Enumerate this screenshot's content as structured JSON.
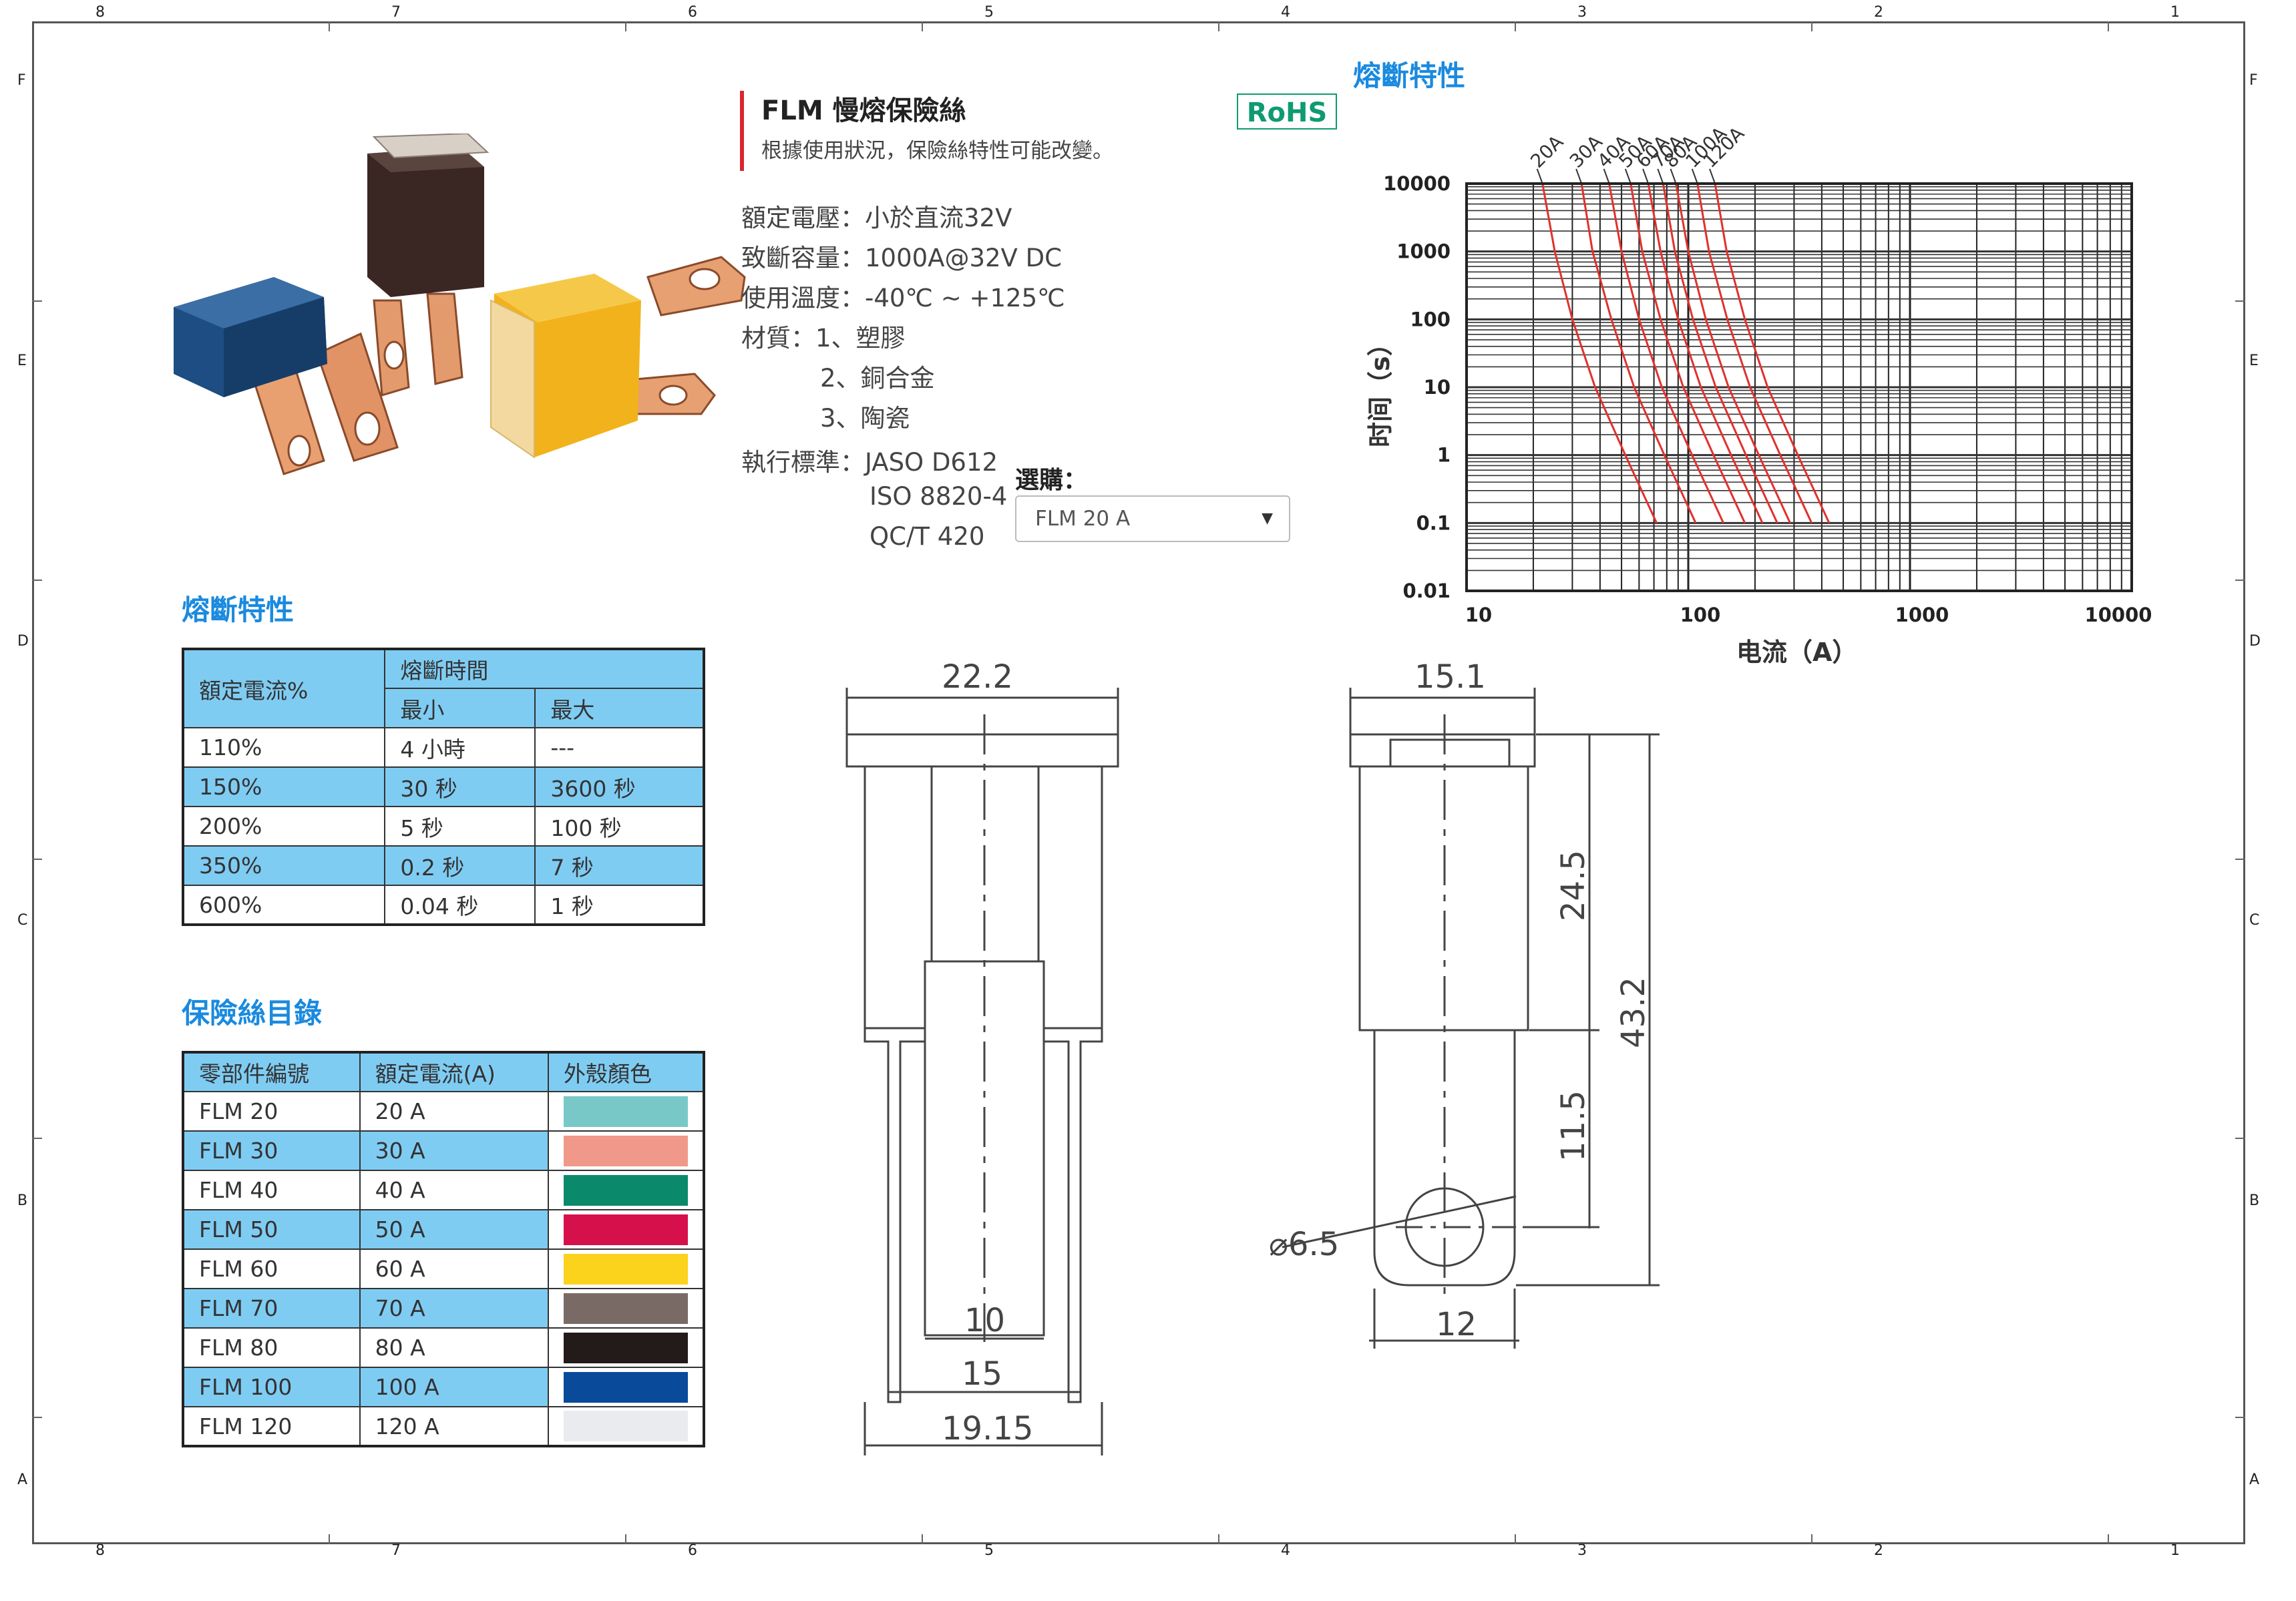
{
  "frame": {
    "columns_top": [
      "8",
      "7",
      "6",
      "5",
      "4",
      "3",
      "2",
      "1"
    ],
    "columns_bottom": [
      "8",
      "7",
      "6",
      "5",
      "4",
      "3",
      "2",
      "1"
    ],
    "rows": [
      "F",
      "E",
      "D",
      "C",
      "B",
      "A"
    ]
  },
  "product": {
    "title": "FLM 慢熔保險絲",
    "subtitle": "根據使用狀況，保險絲特性可能改變。",
    "rohs": "RoHS",
    "specs": [
      "額定電壓：小於直流32V",
      "致斷容量：1000A@32V DC",
      "使用溫度：-40℃ ~ +125℃",
      "材質：1、塑膠",
      "2、銅合金",
      "3、陶瓷",
      "執行標準：JASO D612",
      "ISO 8820-4",
      "QC/T 420"
    ],
    "select_label": "選購：",
    "select_value": "FLM 20 A"
  },
  "fuse_section": {
    "title": "熔斷特性",
    "header_rated": "額定電流%",
    "header_time": "熔斷時間",
    "header_min": "最小",
    "header_max": "最大",
    "rows": [
      {
        "rated": "110%",
        "min": "4 小時",
        "max": "---"
      },
      {
        "rated": "150%",
        "min": "30 秒",
        "max": "3600 秒"
      },
      {
        "rated": "200%",
        "min": "5 秒",
        "max": "100 秒"
      },
      {
        "rated": "350%",
        "min": "0.2 秒",
        "max": "7 秒"
      },
      {
        "rated": "600%",
        "min": "0.04 秒",
        "max": "1 秒"
      }
    ]
  },
  "catalog": {
    "title": "保險絲目錄",
    "headers": [
      "零部件編號",
      "額定電流(A)",
      "外殼顏色"
    ],
    "rows": [
      {
        "part": "FLM 20",
        "current": "20 A",
        "color": "#79c8c8"
      },
      {
        "part": "FLM 30",
        "current": "30 A",
        "color": "#f0998a"
      },
      {
        "part": "FLM 40",
        "current": "40 A",
        "color": "#0b8a6b"
      },
      {
        "part": "FLM 50",
        "current": "50 A",
        "color": "#d6104b"
      },
      {
        "part": "FLM 60",
        "current": "60 A",
        "color": "#fbd21c"
      },
      {
        "part": "FLM 70",
        "current": "70 A",
        "color": "#7a6a65"
      },
      {
        "part": "FLM 80",
        "current": "80 A",
        "color": "#231b1a"
      },
      {
        "part": "FLM 100",
        "current": "100 A",
        "color": "#0a4a9a"
      },
      {
        "part": "FLM 120",
        "current": "120 A",
        "color": "#e9ebef"
      }
    ]
  },
  "chart_data": {
    "type": "line",
    "title": "熔斷特性",
    "xlabel": "电流（A）",
    "ylabel": "时间（s）",
    "xscale": "log",
    "yscale": "log",
    "xlim": [
      10,
      10000
    ],
    "ylim": [
      0.01,
      10000
    ],
    "x_ticks": [
      "10",
      "100",
      "1000",
      "10000"
    ],
    "y_ticks": [
      "10000",
      "1000",
      "100",
      "10",
      "1",
      "0.1",
      "0.01"
    ],
    "grid": true,
    "line_color": "#e0312e",
    "series": [
      {
        "name": "20A",
        "points": [
          [
            22,
            10000
          ],
          [
            25,
            1000
          ],
          [
            30,
            100
          ],
          [
            38,
            10
          ],
          [
            52,
            1
          ],
          [
            72,
            0.1
          ]
        ]
      },
      {
        "name": "30A",
        "points": [
          [
            33,
            10000
          ],
          [
            37,
            1000
          ],
          [
            45,
            100
          ],
          [
            57,
            10
          ],
          [
            78,
            1
          ],
          [
            108,
            0.1
          ]
        ]
      },
      {
        "name": "40A",
        "points": [
          [
            44,
            10000
          ],
          [
            50,
            1000
          ],
          [
            60,
            100
          ],
          [
            76,
            10
          ],
          [
            104,
            1
          ],
          [
            144,
            0.1
          ]
        ]
      },
      {
        "name": "50A",
        "points": [
          [
            55,
            10000
          ],
          [
            62,
            1000
          ],
          [
            75,
            100
          ],
          [
            95,
            10
          ],
          [
            130,
            1
          ],
          [
            180,
            0.1
          ]
        ]
      },
      {
        "name": "60A",
        "points": [
          [
            66,
            10000
          ],
          [
            75,
            1000
          ],
          [
            90,
            100
          ],
          [
            114,
            10
          ],
          [
            156,
            1
          ],
          [
            216,
            0.1
          ]
        ]
      },
      {
        "name": "70A",
        "points": [
          [
            77,
            10000
          ],
          [
            87,
            1000
          ],
          [
            105,
            100
          ],
          [
            133,
            10
          ],
          [
            182,
            1
          ],
          [
            252,
            0.1
          ]
        ]
      },
      {
        "name": "80A",
        "points": [
          [
            88,
            10000
          ],
          [
            100,
            1000
          ],
          [
            120,
            100
          ],
          [
            152,
            10
          ],
          [
            208,
            1
          ],
          [
            288,
            0.1
          ]
        ]
      },
      {
        "name": "100A",
        "points": [
          [
            110,
            10000
          ],
          [
            124,
            1000
          ],
          [
            150,
            100
          ],
          [
            190,
            10
          ],
          [
            260,
            1
          ],
          [
            360,
            0.1
          ]
        ]
      },
      {
        "name": "120A",
        "points": [
          [
            132,
            10000
          ],
          [
            149,
            1000
          ],
          [
            180,
            100
          ],
          [
            228,
            10
          ],
          [
            312,
            1
          ],
          [
            432,
            0.1
          ]
        ]
      }
    ]
  },
  "drawing": {
    "front_width": "22.2",
    "side_width": "15.1",
    "blade_inner": "10",
    "blade_mid": "15",
    "blade_outer": "19.15",
    "body_height": "24.5",
    "total_height": "43.2",
    "terminal_height": "11.5",
    "hole_dia": "⌀6.5",
    "terminal_width": "12"
  }
}
